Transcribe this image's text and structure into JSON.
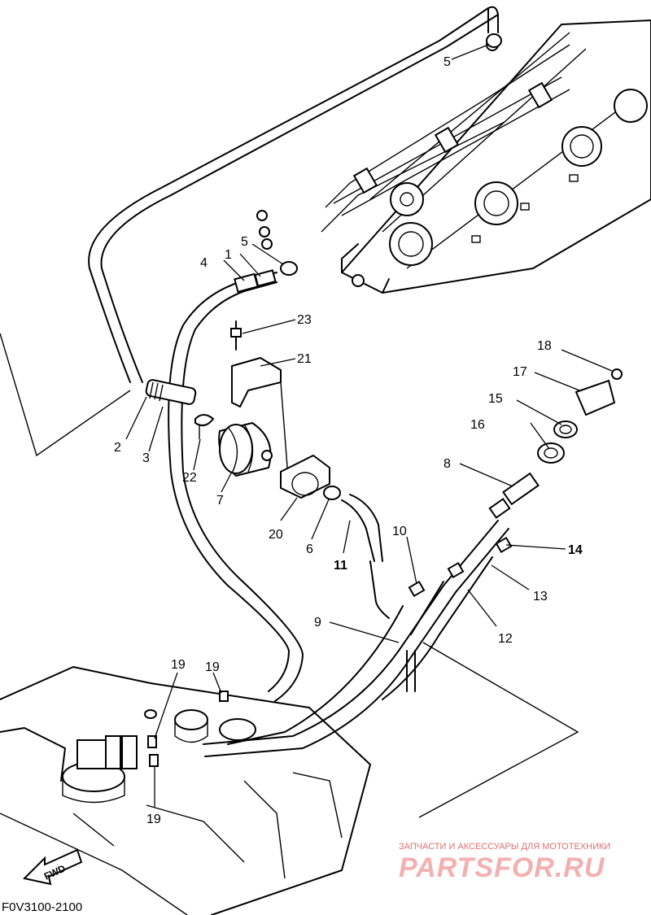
{
  "callouts": [
    {
      "id": "1",
      "text": "1"
    },
    {
      "id": "2",
      "text": "2"
    },
    {
      "id": "3",
      "text": "3"
    },
    {
      "id": "4",
      "text": "4"
    },
    {
      "id": "5a",
      "text": "5"
    },
    {
      "id": "5b",
      "text": "5"
    },
    {
      "id": "6",
      "text": "6"
    },
    {
      "id": "7",
      "text": "7"
    },
    {
      "id": "8",
      "text": "8"
    },
    {
      "id": "9",
      "text": "9"
    },
    {
      "id": "10",
      "text": "10"
    },
    {
      "id": "11",
      "text": "11"
    },
    {
      "id": "12",
      "text": "12"
    },
    {
      "id": "13",
      "text": "13"
    },
    {
      "id": "14",
      "text": "14"
    },
    {
      "id": "15",
      "text": "15"
    },
    {
      "id": "16",
      "text": "16"
    },
    {
      "id": "17",
      "text": "17"
    },
    {
      "id": "18",
      "text": "18"
    },
    {
      "id": "19a",
      "text": "19"
    },
    {
      "id": "19b",
      "text": "19"
    },
    {
      "id": "19c",
      "text": "19"
    },
    {
      "id": "20",
      "text": "20"
    },
    {
      "id": "21",
      "text": "21"
    },
    {
      "id": "22",
      "text": "22"
    },
    {
      "id": "23",
      "text": "23"
    }
  ],
  "diagram_code": "F0V3100-2100",
  "direction_marker": "FWD",
  "watermark": {
    "tagline": "ЗАПЧАСТИ И АКСЕССУАРЫ ДЛЯ МОТОТЕХНИКИ",
    "brand": "PARTSFOR.RU"
  }
}
